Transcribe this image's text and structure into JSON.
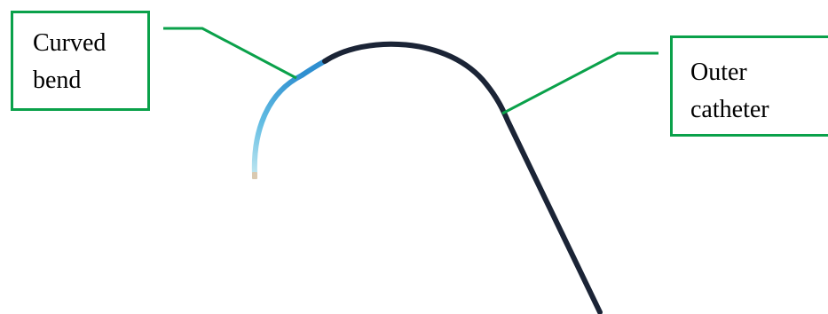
{
  "labels": {
    "curved_bend": [
      "Curved",
      "bend"
    ],
    "outer_catheter": [
      "Outer",
      "catheter"
    ]
  },
  "colors": {
    "leader_line": "#0aa14a",
    "box_border": "#0aa14a",
    "catheter_dark": "#1b2436",
    "catheter_tip_blue": "#3aa6d8",
    "catheter_tip_light": "#a9dbe9",
    "tip_end": "#d9c9b0"
  }
}
